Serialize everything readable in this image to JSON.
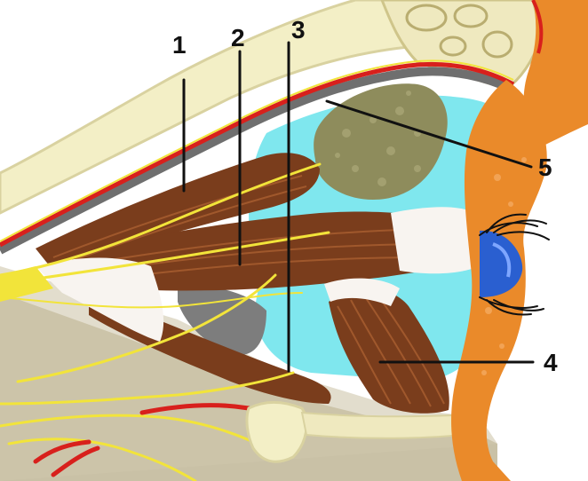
{
  "diagram": {
    "labels": [
      {
        "id": "1",
        "text": "1"
      },
      {
        "id": "2",
        "text": "2"
      },
      {
        "id": "3",
        "text": "3"
      },
      {
        "id": "4",
        "text": "4"
      },
      {
        "id": "5",
        "text": "5"
      }
    ]
  },
  "colors": {
    "background": "#ffffff",
    "bone": "#f3efc6",
    "bone_edge": "#d9d2a0",
    "muscle": "#7a3d1c",
    "muscle_light": "#a0582c",
    "nerve": "#f2e43a",
    "vessel": "#d8201c",
    "tissue": "#c9c1a6",
    "eye_chamber": "#7fe7ee",
    "gland": "#8e8c5c",
    "lid": "#ea8a2a",
    "iris": "#2a5fd0",
    "tendon": "#f8f4f0",
    "fat_grey": "#7d7d7d"
  }
}
